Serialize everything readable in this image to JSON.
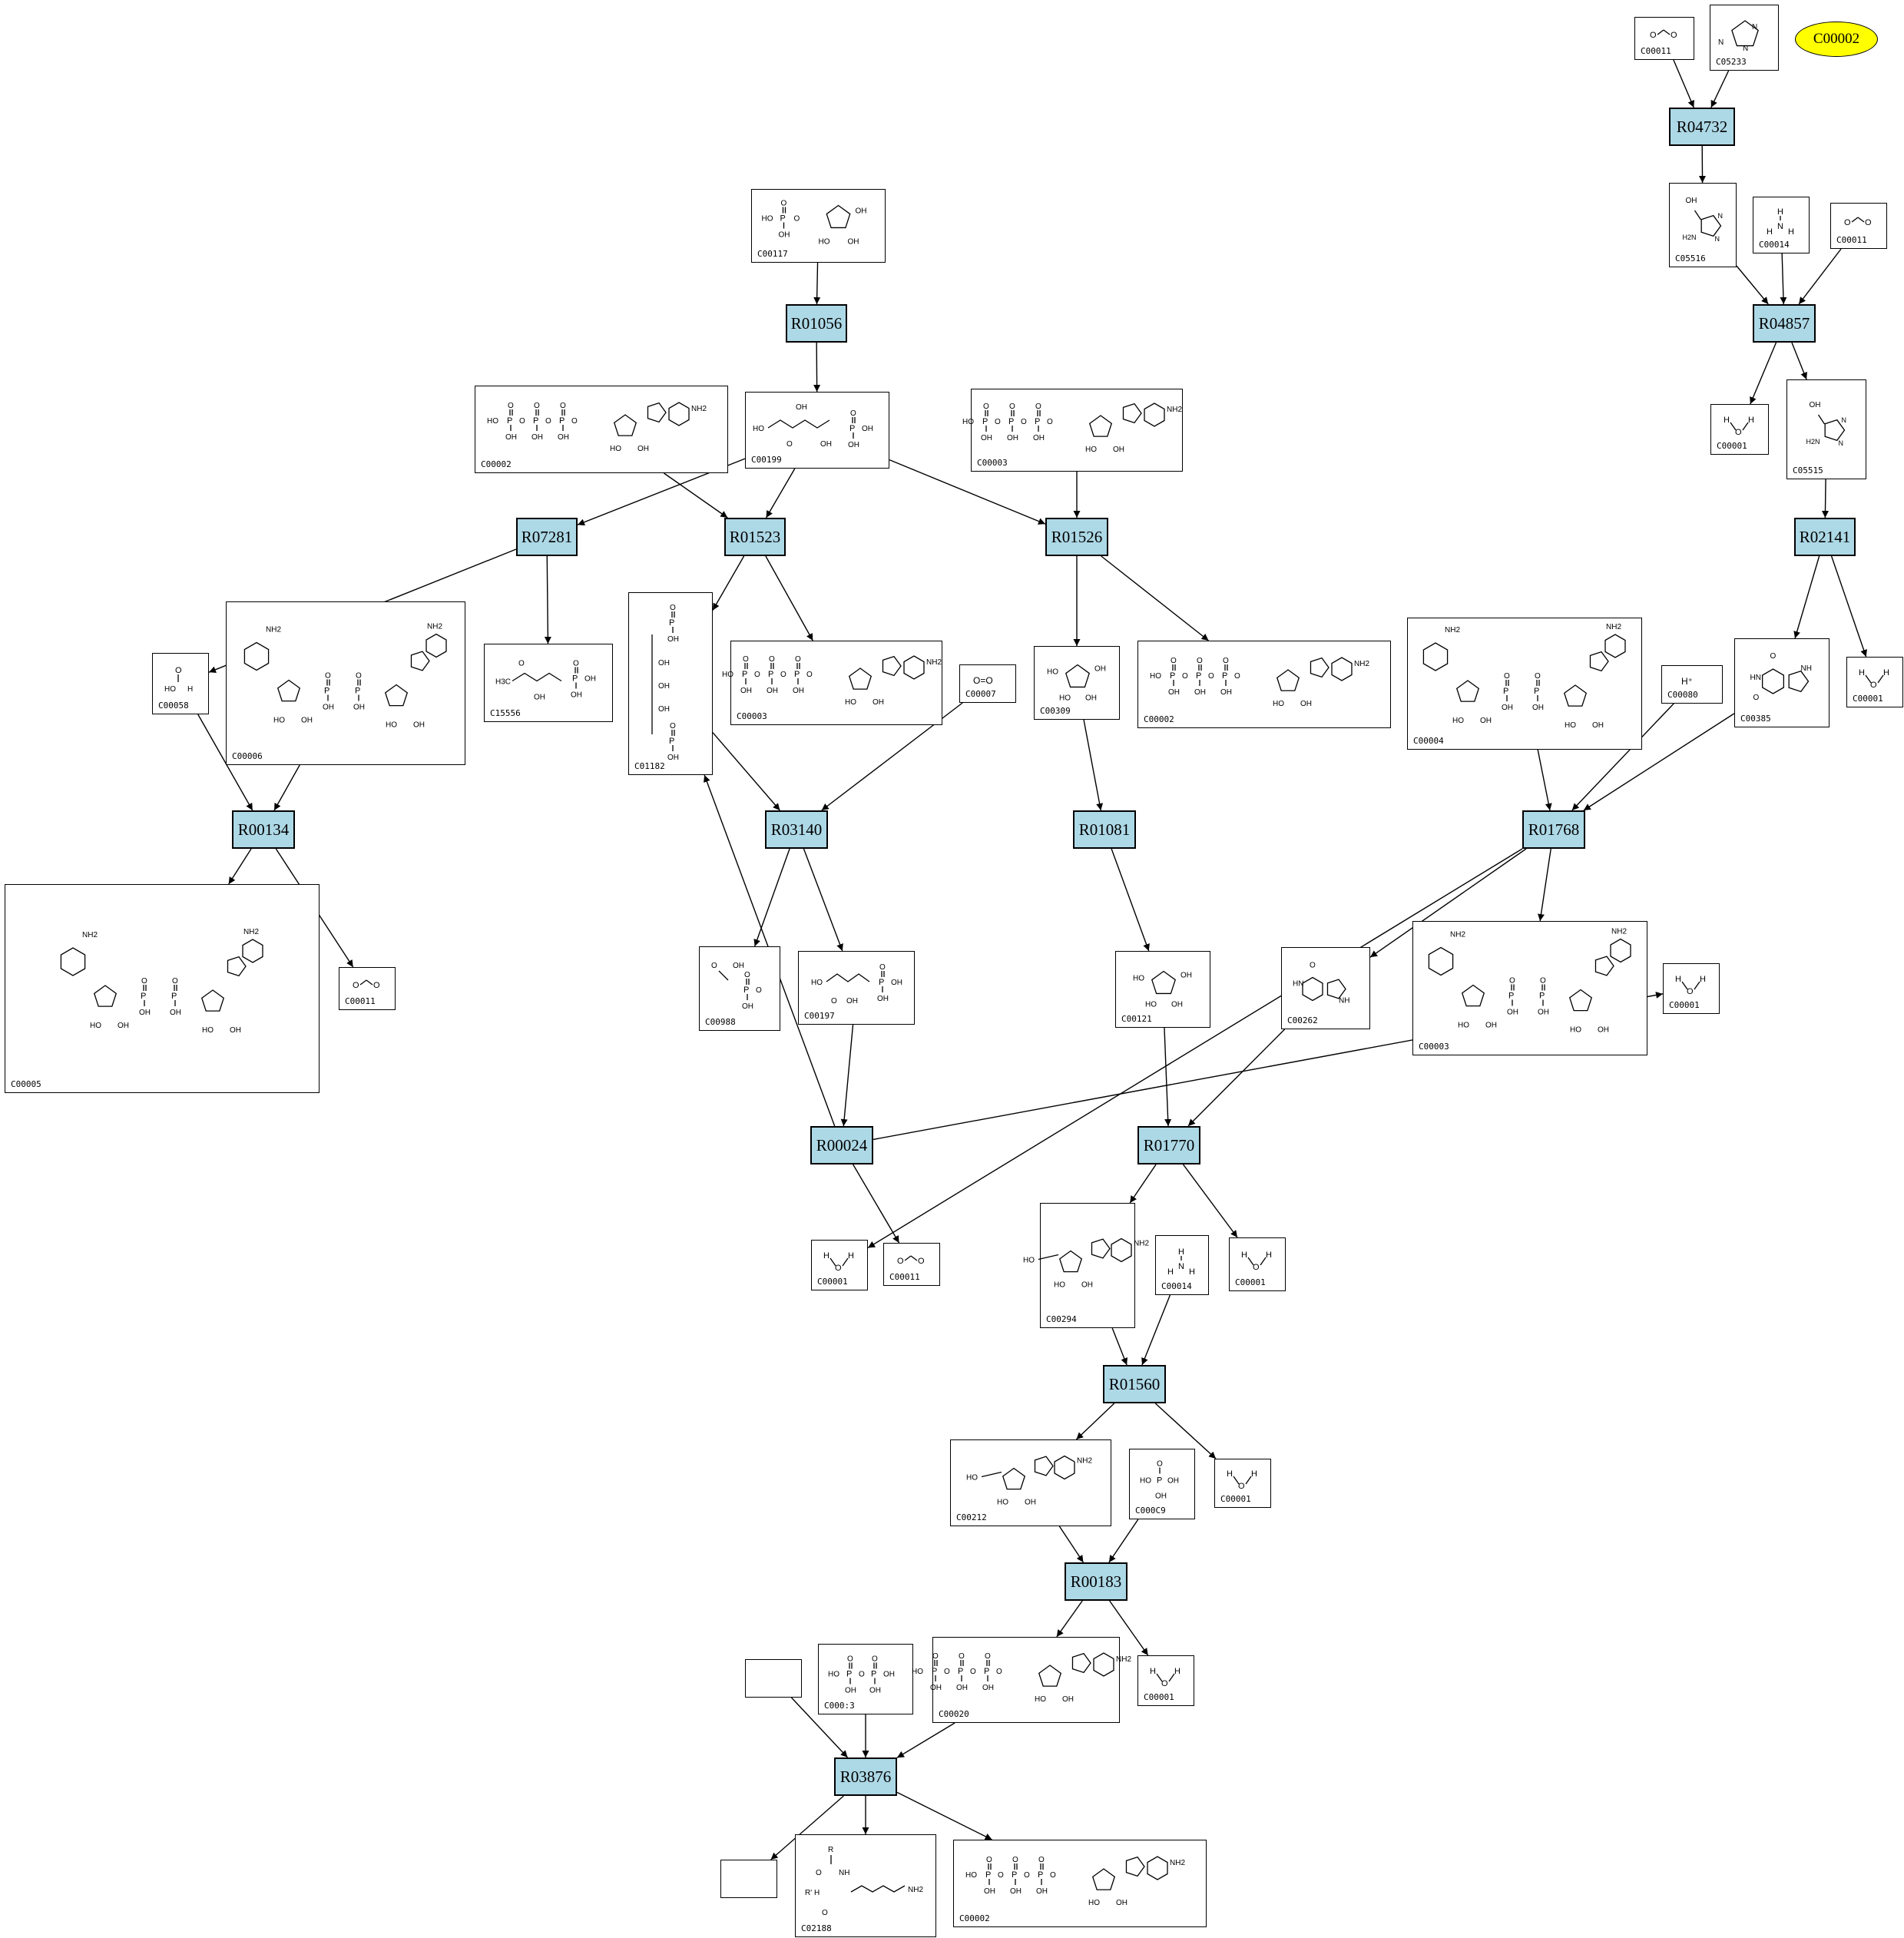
{
  "highlight": {
    "label": "C00002",
    "fill": "#ffff00"
  },
  "colors": {
    "reaction_fill": "#add8e6",
    "edge": "#000000"
  },
  "reactions": [
    {
      "id": "R04732",
      "label": "R04732"
    },
    {
      "id": "R04857",
      "label": "R04857"
    },
    {
      "id": "R01056",
      "label": "R01056"
    },
    {
      "id": "R02141",
      "label": "R02141"
    },
    {
      "id": "R07281",
      "label": "R07281"
    },
    {
      "id": "R01523",
      "label": "R01523"
    },
    {
      "id": "R01526",
      "label": "R01526"
    },
    {
      "id": "R00134",
      "label": "R00134"
    },
    {
      "id": "R03140",
      "label": "R03140"
    },
    {
      "id": "R01081",
      "label": "R01081"
    },
    {
      "id": "R01768",
      "label": "R01768"
    },
    {
      "id": "R00024",
      "label": "R00024"
    },
    {
      "id": "R01770",
      "label": "R01770"
    },
    {
      "id": "R01560",
      "label": "R01560"
    },
    {
      "id": "R00183",
      "label": "R00183"
    },
    {
      "id": "R03876",
      "label": "R03876"
    }
  ],
  "compounds": [
    {
      "key": "c11a",
      "label": "C00011",
      "icon": "co2"
    },
    {
      "key": "c5233",
      "label": "C05233",
      "icon": "imidazole"
    },
    {
      "key": "c5516",
      "label": "C05516",
      "icon": "imidazole-acid"
    },
    {
      "key": "c14a",
      "label": "C00014",
      "icon": "ammonia"
    },
    {
      "key": "c11b",
      "label": "C00011",
      "icon": "co2"
    },
    {
      "key": "c117",
      "label": "C00117",
      "icon": "ribose-phosphate"
    },
    {
      "key": "c1a",
      "label": "C00001",
      "icon": "water"
    },
    {
      "key": "c5515",
      "label": "C05515",
      "icon": "imidazole-acid"
    },
    {
      "key": "c2a",
      "label": "C00002",
      "icon": "nucleotide"
    },
    {
      "key": "c199",
      "label": "C00199",
      "icon": "sugar-phosphate"
    },
    {
      "key": "c3a",
      "label": "C00003",
      "icon": "nucleotide"
    },
    {
      "key": "c58",
      "label": "C00058",
      "icon": "formate"
    },
    {
      "key": "c6",
      "label": "C00006",
      "icon": "dinucleotide"
    },
    {
      "key": "c15556",
      "label": "C15556",
      "icon": "keto-phosphate"
    },
    {
      "key": "c1182",
      "label": "C01182",
      "icon": "sugar-bisphosphate"
    },
    {
      "key": "c3b",
      "label": "C00003",
      "icon": "nucleotide"
    },
    {
      "key": "c7",
      "label": "C00007",
      "icon": "oxygen"
    },
    {
      "key": "c309",
      "label": "C00309",
      "icon": "furanose"
    },
    {
      "key": "c2b",
      "label": "C00002",
      "icon": "nucleotide"
    },
    {
      "key": "c4",
      "label": "C00004",
      "icon": "dinucleotide"
    },
    {
      "key": "c80",
      "label": "C00080",
      "icon": "proton"
    },
    {
      "key": "c385",
      "label": "C00385",
      "icon": "xanthine"
    },
    {
      "key": "c1b",
      "label": "C00001",
      "icon": "water"
    },
    {
      "key": "c5",
      "label": "C00005",
      "icon": "dinucleotide"
    },
    {
      "key": "c11c",
      "label": "C00011",
      "icon": "co2"
    },
    {
      "key": "c988",
      "label": "C00988",
      "icon": "phosphoglycolate"
    },
    {
      "key": "c197",
      "label": "C00197",
      "icon": "phosphoglycerate"
    },
    {
      "key": "c121",
      "label": "C00121",
      "icon": "furanose"
    },
    {
      "key": "c262",
      "label": "C00262",
      "icon": "purine-base"
    },
    {
      "key": "c3c",
      "label": "C00003",
      "icon": "dinucleotide"
    },
    {
      "key": "c1c",
      "label": "C00001",
      "icon": "water"
    },
    {
      "key": "c1d",
      "label": "C00001",
      "icon": "water"
    },
    {
      "key": "c11d",
      "label": "C00011",
      "icon": "co2"
    },
    {
      "key": "c294",
      "label": "C00294",
      "icon": "nucleoside"
    },
    {
      "key": "c14b",
      "label": "C00014",
      "icon": "ammonia"
    },
    {
      "key": "c1e",
      "label": "C00001",
      "icon": "water"
    },
    {
      "key": "c212",
      "label": "C00212",
      "icon": "nucleoside"
    },
    {
      "key": "c9",
      "label": "C000C9",
      "icon": "phosphate"
    },
    {
      "key": "c1f",
      "label": "C00001",
      "icon": "water"
    },
    {
      "key": "c13",
      "label": "C000:3",
      "icon": "pyrophosphate"
    },
    {
      "key": "c20",
      "label": "C00020",
      "icon": "nucleotide"
    },
    {
      "key": "c1g",
      "label": "C00001",
      "icon": "water"
    },
    {
      "key": "blank1",
      "label": "",
      "icon": "empty"
    },
    {
      "key": "blank2",
      "label": "",
      "icon": "empty"
    },
    {
      "key": "c2188",
      "label": "C02188",
      "icon": "lysine-residue"
    },
    {
      "key": "c2c",
      "label": "C00002",
      "icon": "nucleotide"
    }
  ],
  "edges": [
    [
      "c11a",
      "R04732"
    ],
    [
      "c5233",
      "R04732"
    ],
    [
      "R04732",
      "c5516"
    ],
    [
      "c5516",
      "R04857"
    ],
    [
      "c14a",
      "R04857"
    ],
    [
      "c11b",
      "R04857"
    ],
    [
      "R04857",
      "c1a"
    ],
    [
      "R04857",
      "c5515"
    ],
    [
      "c5515",
      "R02141"
    ],
    [
      "R02141",
      "c385"
    ],
    [
      "R02141",
      "c1b"
    ],
    [
      "c117",
      "R01056"
    ],
    [
      "R01056",
      "c199"
    ],
    [
      "c199",
      "R07281"
    ],
    [
      "c199",
      "R01523"
    ],
    [
      "c2a",
      "R01523"
    ],
    [
      "c199",
      "R01526"
    ],
    [
      "c3a",
      "R01526"
    ],
    [
      "R07281",
      "c58"
    ],
    [
      "R07281",
      "c15556"
    ],
    [
      "R01523",
      "c1182"
    ],
    [
      "R01523",
      "c3b"
    ],
    [
      "R01526",
      "c309"
    ],
    [
      "R01526",
      "c2b"
    ],
    [
      "c58",
      "R00134"
    ],
    [
      "c6",
      "R00134"
    ],
    [
      "R00134",
      "c5"
    ],
    [
      "R00134",
      "c11c"
    ],
    [
      "c1182",
      "R03140"
    ],
    [
      "c7",
      "R03140"
    ],
    [
      "R03140",
      "c988"
    ],
    [
      "R03140",
      "c197"
    ],
    [
      "c197",
      "R00024"
    ],
    [
      "R00024",
      "c1182"
    ],
    [
      "R00024",
      "c1c"
    ],
    [
      "R00024",
      "c11d"
    ],
    [
      "c309",
      "R01081"
    ],
    [
      "R01081",
      "c121"
    ],
    [
      "c4",
      "R01768"
    ],
    [
      "c80",
      "R01768"
    ],
    [
      "c385",
      "R01768"
    ],
    [
      "R01768",
      "c262"
    ],
    [
      "R01768",
      "c3c"
    ],
    [
      "R01768",
      "c1d"
    ],
    [
      "c121",
      "R01770"
    ],
    [
      "c262",
      "R01770"
    ],
    [
      "R01770",
      "c294"
    ],
    [
      "R01770",
      "c1e"
    ],
    [
      "c294",
      "R01560"
    ],
    [
      "c14b",
      "R01560"
    ],
    [
      "R01560",
      "c212"
    ],
    [
      "R01560",
      "c1f"
    ],
    [
      "c212",
      "R00183"
    ],
    [
      "c9",
      "R00183"
    ],
    [
      "R00183",
      "c20"
    ],
    [
      "R00183",
      "c1g"
    ],
    [
      "blank1",
      "R03876"
    ],
    [
      "c13",
      "R03876"
    ],
    [
      "c20",
      "R03876"
    ],
    [
      "R03876",
      "blank2"
    ],
    [
      "R03876",
      "c2188"
    ],
    [
      "R03876",
      "c2c"
    ]
  ]
}
